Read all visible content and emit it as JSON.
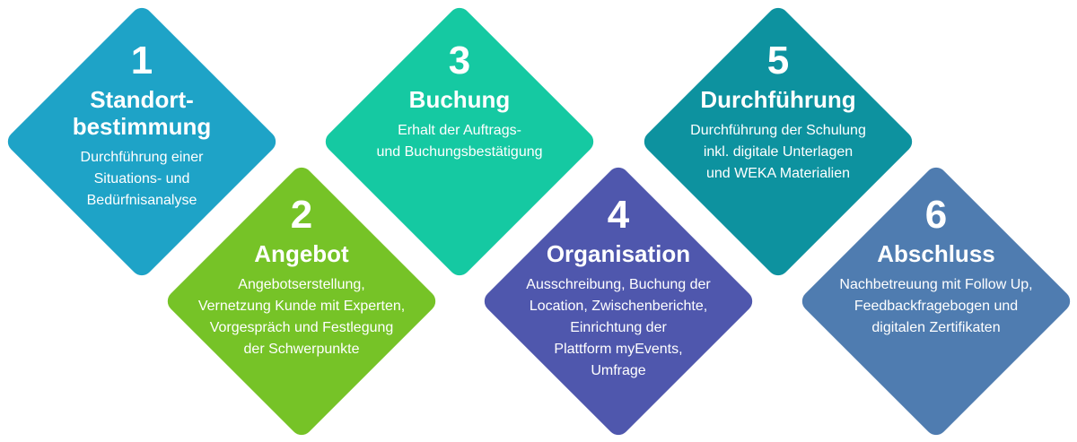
{
  "steps": [
    {
      "number": "1",
      "title": [
        "Standort-",
        "bestimmung"
      ],
      "desc": [
        "Durchführung einer",
        "Situations- und",
        "Bedürfnisanalyse"
      ],
      "color": "#1ea3c7"
    },
    {
      "number": "2",
      "title": [
        "Angebot"
      ],
      "desc": [
        "Angebotserstellung,",
        "Vernetzung Kunde mit Experten,",
        "Vorgespräch und Festlegung",
        "der Schwerpunkte"
      ],
      "color": "#76c327"
    },
    {
      "number": "3",
      "title": [
        "Buchung"
      ],
      "desc": [
        "Erhalt der Auftrags-",
        "und Buchungsbestätigung"
      ],
      "color": "#15c9a2"
    },
    {
      "number": "4",
      "title": [
        "Organisation"
      ],
      "desc": [
        "Ausschreibung, Buchung der",
        "Location, Zwischenberichte,",
        "Einrichtung der",
        "Plattform myEvents,",
        "Umfrage"
      ],
      "color": "#4f57ad"
    },
    {
      "number": "5",
      "title": [
        "Durchführung"
      ],
      "desc": [
        "Durchführung der Schulung",
        "inkl. digitale Unterlagen",
        "und WEKA Materialien"
      ],
      "color": "#0d929f"
    },
    {
      "number": "6",
      "title": [
        "Abschluss"
      ],
      "desc": [
        "Nachbetreuung mit Follow Up,",
        "Feedbackfragebogen und",
        "digitalen Zertifikaten"
      ],
      "color": "#4f7cb0"
    }
  ]
}
